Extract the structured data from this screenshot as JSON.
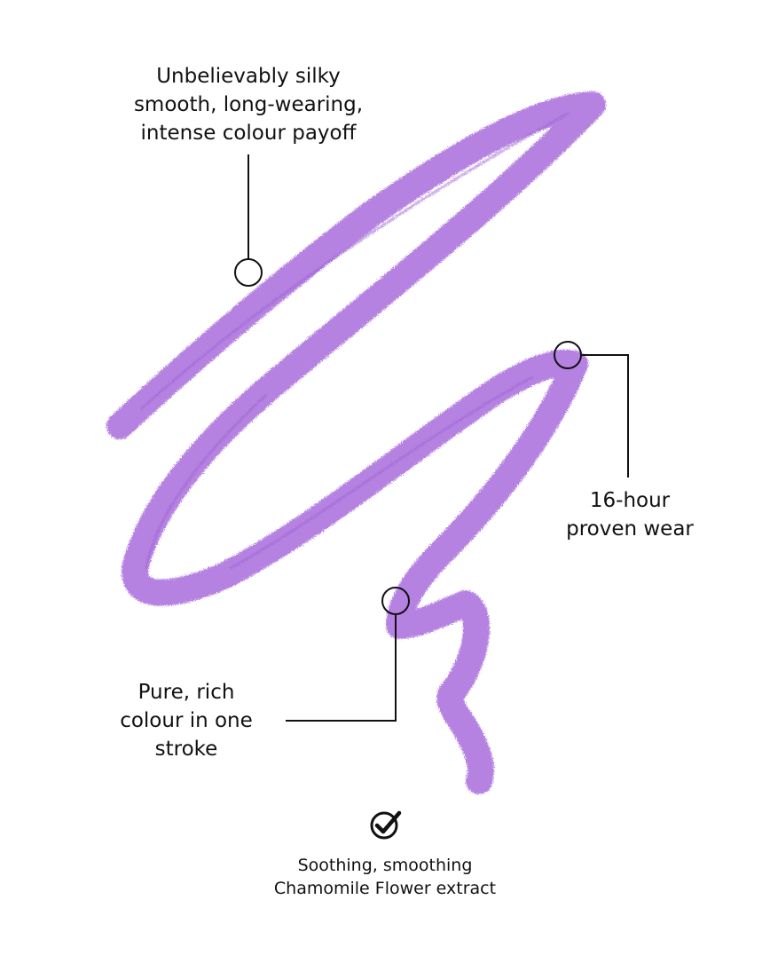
{
  "colors": {
    "swatch": "#b682e2",
    "swatch_dark": "#8f55c6",
    "ink": "#111111"
  },
  "callouts": {
    "silky": {
      "lines": [
        "Unbelievably silky",
        "smooth, long-wearing,",
        "intense colour payoff"
      ]
    },
    "wear": {
      "lines": [
        "16-hour",
        "proven wear"
      ]
    },
    "rich": {
      "lines": [
        "Pure, rich",
        "colour in one",
        "stroke"
      ]
    }
  },
  "benefit": {
    "icon": "check-circle-icon",
    "lines": [
      "Soothing, smoothing",
      "Chamomile Flower extract"
    ]
  }
}
